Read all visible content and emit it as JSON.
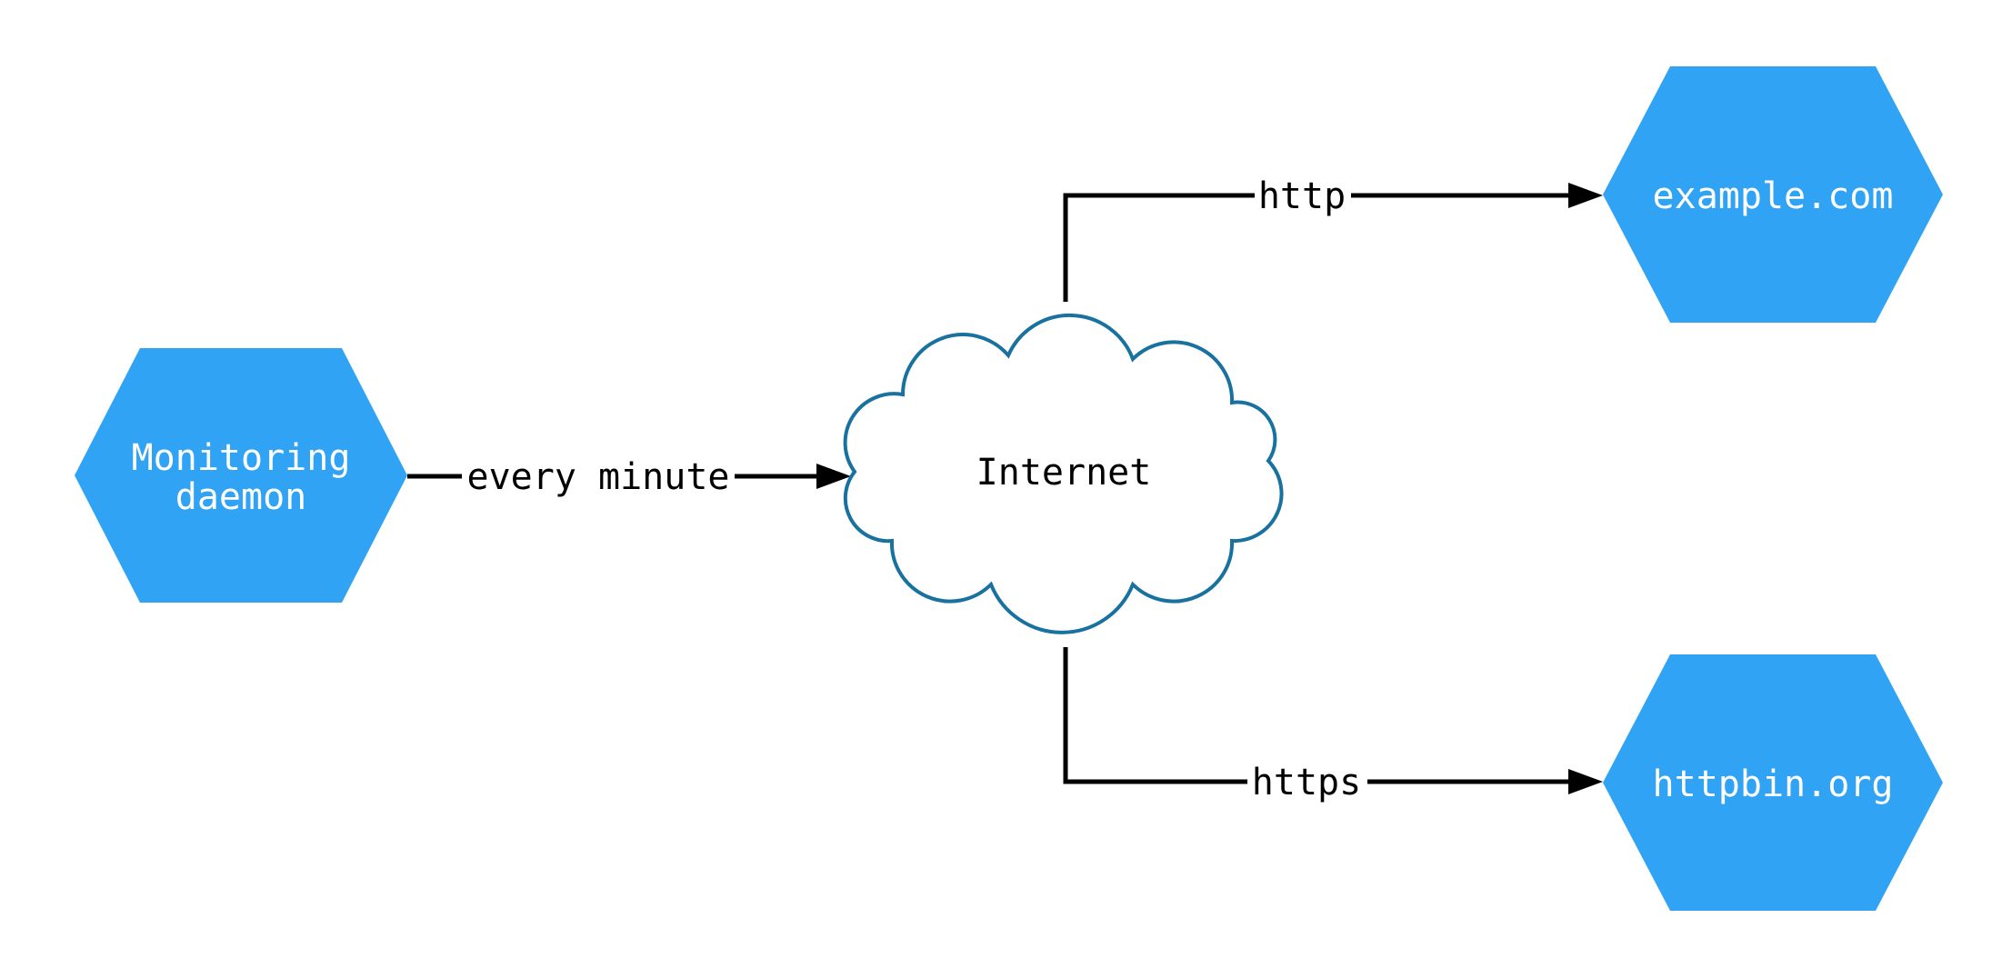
{
  "diagram": {
    "type": "network-monitoring-topology",
    "nodes": {
      "monitoring": {
        "label_line1": "Monitoring",
        "label_line2": "daemon",
        "shape": "hexagon"
      },
      "internet": {
        "label": "Internet",
        "shape": "cloud"
      },
      "example": {
        "label": "example.com",
        "shape": "hexagon"
      },
      "httpbin": {
        "label": "httpbin.org",
        "shape": "hexagon"
      }
    },
    "edges": {
      "monitoring_to_internet": {
        "label": "every minute",
        "direction": "monitoring -> internet"
      },
      "internet_to_example": {
        "label": "http",
        "direction": "internet -> example.com"
      },
      "internet_to_httpbin": {
        "label": "https",
        "direction": "internet -> httpbin.org"
      }
    }
  },
  "colors": {
    "background": "#ffffff",
    "node_fill": "#31a3f4",
    "node_text": "#ffffff",
    "cloud_fill": "#ffffff",
    "cloud_stroke": "#19719f",
    "edge": "#000000",
    "label_text": "#000000"
  }
}
